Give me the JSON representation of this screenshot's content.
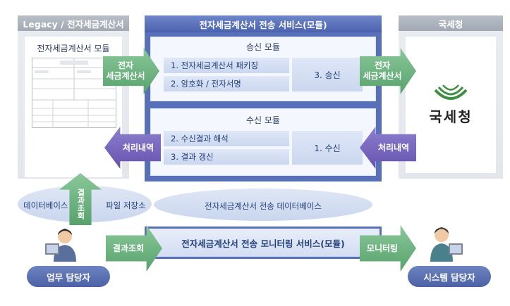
{
  "legacy": {
    "title": "Legacy / 전자세금계산서",
    "module_label": "전자세금계산서 모듈"
  },
  "service": {
    "title": "전자세금계산서 전송 서비스(모듈)",
    "send_module": {
      "title": "송신 모듈",
      "items": [
        "1. 전자세금계산서 패키징",
        "2. 암호화 / 전자서명"
      ],
      "side": "3. 송신"
    },
    "recv_module": {
      "title": "수신 모듈",
      "items": [
        "2. 수신결과 해석",
        "3. 결과 갱신"
      ],
      "side": "1. 수신"
    }
  },
  "nts": {
    "title": "국세청",
    "logo_text": "국세청"
  },
  "arrows": {
    "etax_left": [
      "전자",
      "세금계산서"
    ],
    "etax_right": [
      "전자",
      "세금계산서"
    ],
    "process_left": "처리내역",
    "process_right": "처리내역",
    "result_query_vertical": "결과조회",
    "result_query": "결과조회",
    "monitoring": "모니터링"
  },
  "storage": {
    "db_label": "데이터베이스",
    "file_label": "파일 저장소",
    "service_db": "전자세금계산서 전송 데이터베이스"
  },
  "monitoring_service": {
    "title": "전자세금계산서 전송 모니터링 서비스(모듈)"
  },
  "people": {
    "operator": "업무 담당자",
    "sysadmin": "시스템 담당자"
  },
  "colors": {
    "blue": "#4b62b0",
    "green": "#57a26c",
    "purple": "#6553ad",
    "gray": "#a3a9b3"
  }
}
